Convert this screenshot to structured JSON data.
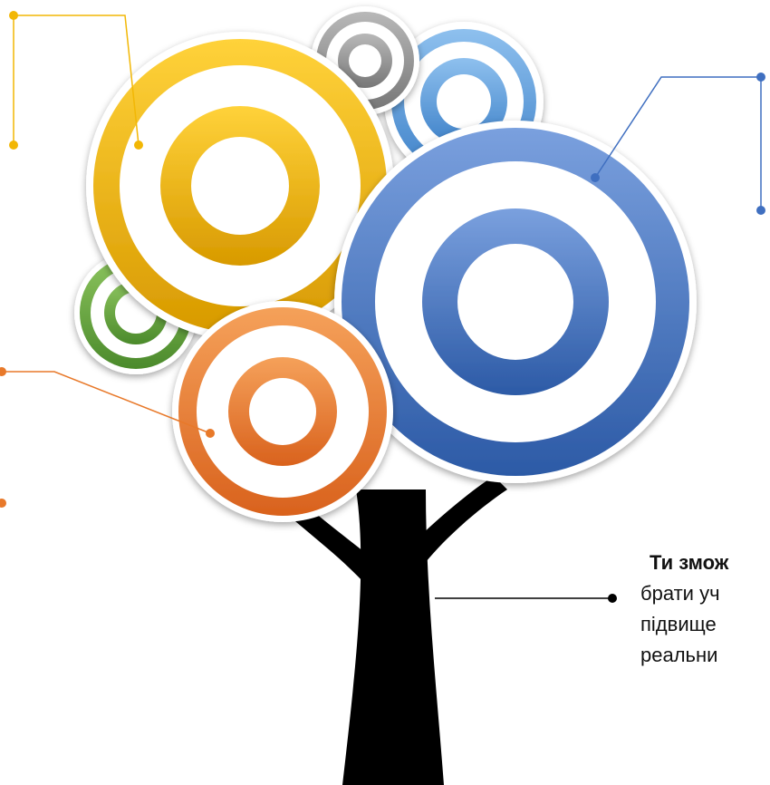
{
  "colors": {
    "yellow": "#f2b705",
    "yellow_dark": "#d79e00",
    "blue": "#3f6fc0",
    "blue_dark": "#2d5aa8",
    "light_blue": "#5a97d6",
    "gray": "#8c8c8c",
    "green": "#5f9e3a",
    "orange": "#e8792a",
    "trunk": "#000000",
    "leader_yellow": "#f2b705",
    "leader_blue": "#3f6fc0",
    "leader_orange": "#e8792a"
  },
  "caption": {
    "heading": "Ти змож",
    "lines": [
      "брати уч",
      "підвище",
      "реальни"
    ]
  }
}
